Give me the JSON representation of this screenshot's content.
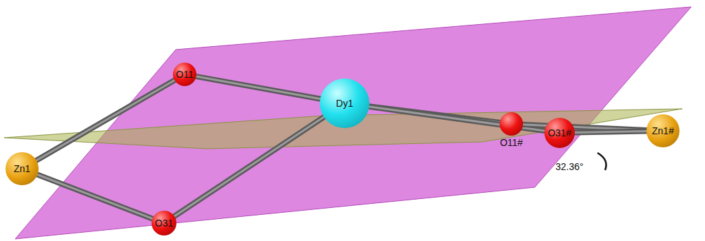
{
  "diagram": {
    "nodes": [
      {
        "text": [
          "O11"
        ]
      },
      {
        "text": [
          "Dy1"
        ]
      },
      {
        "text": [
          "O31#"
        ]
      },
      {
        "text": [
          "Zn1#"
        ]
      },
      {
        "text": [
          "Zn1"
        ]
      },
      {
        "text": [
          "O11#"
        ]
      },
      {
        "text": [
          "O31"
        ]
      }
    ],
    "edges": [
      {
        "from": 0,
        "to": 1,
        "arrow": "none"
      },
      {
        "from": 0,
        "to": 4,
        "arrow": "none"
      },
      {
        "from": 4,
        "to": 6,
        "arrow": "none"
      },
      {
        "from": 6,
        "to": 1,
        "arrow": "none"
      },
      {
        "from": 1,
        "to": 5,
        "arrow": "none"
      },
      {
        "from": 1,
        "to": 2,
        "arrow": "none"
      },
      {
        "from": 5,
        "to": 3,
        "arrow": "none"
      },
      {
        "from": 2,
        "to": 3,
        "arrow": "none"
      }
    ],
    "labels": [
      "32.36°"
    ]
  }
}
